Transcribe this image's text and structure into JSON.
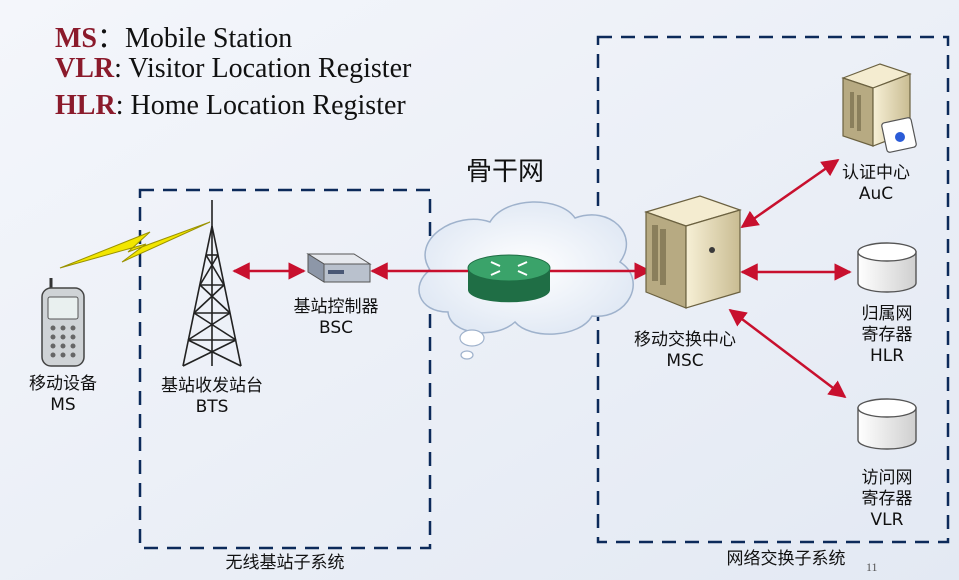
{
  "legend": [
    {
      "abbr": "MS",
      "sep": "：",
      "full": "Mobile Station"
    },
    {
      "abbr": "VLR",
      "sep": ": ",
      "full": "Visitor Location Register"
    },
    {
      "abbr": "HLR",
      "sep": ": ",
      "full": "Home Location Register"
    }
  ],
  "backbone_label": "骨干网",
  "nodes": {
    "ms": {
      "cn": "移动设备",
      "en": "MS"
    },
    "bts": {
      "cn": "基站收发站台",
      "en": "BTS"
    },
    "bsc": {
      "cn": "基站控制器",
      "en": "BSC"
    },
    "msc": {
      "cn": "移动交换中心",
      "en": "MSC"
    },
    "auc": {
      "cn": "认证中心",
      "en": "AuC"
    },
    "hlr": {
      "cn1": "归属网",
      "cn2": "寄存器",
      "en": "HLR"
    },
    "vlr": {
      "cn1": "访问网",
      "cn2": "寄存器",
      "en": "VLR"
    }
  },
  "subsystems": {
    "wireless": "无线基站子系统",
    "switching": "网络交换子系统"
  },
  "page_number": "11",
  "colors": {
    "abbr": "#8b1a2b",
    "link": "#c8102e",
    "router": "#2e8b57",
    "dash": "#0c2a5a"
  }
}
